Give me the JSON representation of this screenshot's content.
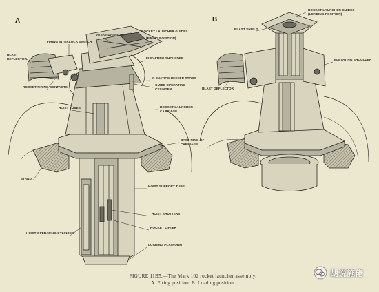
{
  "panels": {
    "a": "A",
    "b": "B"
  },
  "labels_a": {
    "guide_housing": "GUIDE HOUSING",
    "firing_interlock": "FIRING INTERLOCK SWITCH",
    "launcher_guides": "ROCKET LAUNCHER GUIDES",
    "firing_position": "(FIRING POSITION)",
    "blast_deflector": "BLAST",
    "blast_deflector2": "DEFLECTOR",
    "elevating_shoulder": "ELEVATING SHOULDER",
    "firing_contacts": "ROCKET FIRING CONTACTS",
    "buffer_stops": "ELEVATION BUFFER STOPS",
    "guide_cyl1": "GUIDE OPERATING",
    "guide_cyl2": "CYLINDER",
    "hoist_tubes": "HOIST TUBES",
    "carriage1": "ROCKET LAUNCHER",
    "carriage2": "CARRIAGE",
    "base_ring1": "BASE RING OF",
    "base_ring2": "CARRIAGE",
    "stand": "STAND",
    "support_tube": "HOIST SUPPORT TUBE",
    "hoist_shutters": "HOIST SHUTTERS",
    "rocket_lifter": "ROCKET LIFTER",
    "hoist_cylinder": "HOIST OPERATING CYLINDER",
    "loading_platform": "LOADING PLATFORM"
  },
  "labels_b": {
    "blast_shield": "BLAST SHIELD",
    "launcher_guides1": "ROCKET LAUNCHER GUIDES",
    "launcher_guides2": "(LOADING POSITION)",
    "elevating_shoulder": "ELEVATING SHOULDER",
    "blast_deflector": "BLAST DEFLECTOR"
  },
  "caption": {
    "line1": "FIGURE 11B5.—The Mark 102 rocket launcher assembly.",
    "line2": "A. Firing position.   B. Loading position."
  },
  "watermark": {
    "text": "胡说施佬"
  }
}
